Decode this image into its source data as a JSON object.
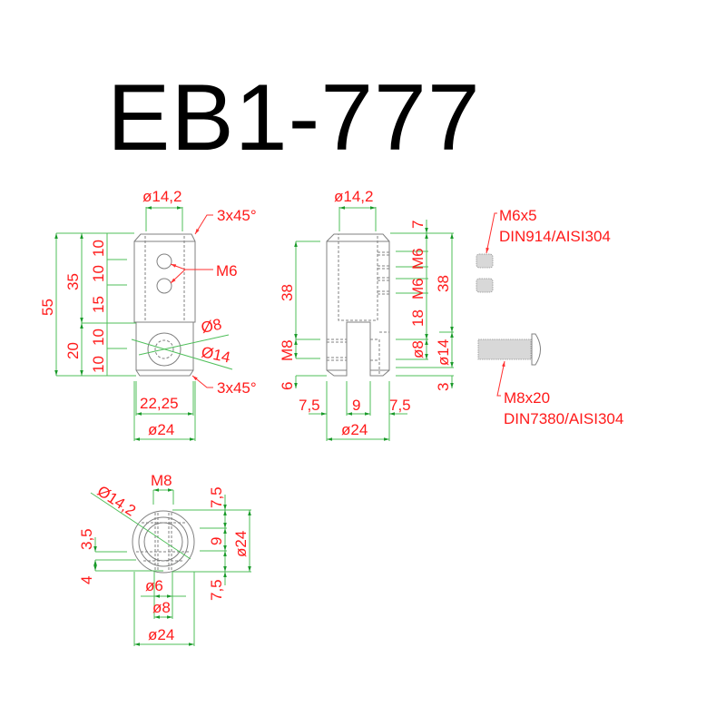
{
  "title": "EB1-777",
  "colors": {
    "dimension_text": "#ff1a1a",
    "dimension_line": "#4fbf5a",
    "part_outline": "#808080",
    "title_text": "#000000"
  },
  "front_view": {
    "top_diameter": "ø14,2",
    "top_chamfer": "3x45°",
    "bottom_chamfer": "3x45°",
    "thread_holes": "M6",
    "hole_diameter": "Ø8",
    "counterbore_diameter": "Ø14",
    "width_flat": "22,25",
    "outer_diameter": "ø24",
    "total_height": "55",
    "upper_height": "35",
    "lower_height": "20",
    "segments": [
      "10",
      "10",
      "15",
      "10",
      "10"
    ]
  },
  "side_view": {
    "top_diameter": "ø14,2",
    "left_height": "38",
    "left_thread": "M8",
    "left_bottom": "6",
    "right_top": "7",
    "right_thread_1": "M6",
    "right_thread_2": "M6",
    "right_mid": "18",
    "right_hole": "ø8",
    "right_total": "38",
    "right_counterbore": "ø14",
    "right_bottom": "3",
    "bottom_left": "7,5",
    "bottom_slot": "9",
    "bottom_right": "7,5",
    "outer_diameter": "ø24"
  },
  "top_view": {
    "thread": "M8",
    "bore_diameter": "Ø14,2",
    "left_upper": "3,5",
    "left_lower": "4",
    "right_top": "7,5",
    "right_mid": "9",
    "right_bottom": "7,5",
    "right_outer": "ø24",
    "hole_small": "ø6",
    "hole_medium": "ø8",
    "outer_diameter": "ø24"
  },
  "hardware": [
    {
      "name": "M6x5",
      "standard": "DIN914/AISI304"
    },
    {
      "name": "M8x20",
      "standard": "DIN7380/AISI304"
    }
  ]
}
